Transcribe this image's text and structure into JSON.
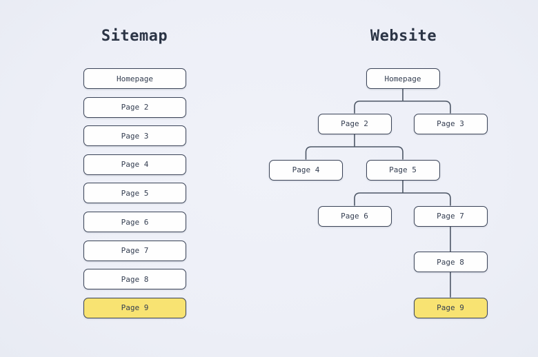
{
  "page": {
    "background": "#edeff7"
  },
  "colors": {
    "box_border": "#3a4357",
    "box_fill": "#fefefe",
    "highlight_fill": "#f8e372",
    "connector_line": "#4c5665",
    "label_text": "#333d50",
    "title_text": "#2b3445"
  },
  "sitemap": {
    "title": "Sitemap",
    "items": [
      {
        "label": "Homepage",
        "highlighted": false
      },
      {
        "label": "Page 2",
        "highlighted": false
      },
      {
        "label": "Page 3",
        "highlighted": false
      },
      {
        "label": "Page 4",
        "highlighted": false
      },
      {
        "label": "Page 5",
        "highlighted": false
      },
      {
        "label": "Page 6",
        "highlighted": false
      },
      {
        "label": "Page 7",
        "highlighted": false
      },
      {
        "label": "Page 8",
        "highlighted": false
      },
      {
        "label": "Page 9",
        "highlighted": true
      }
    ]
  },
  "website": {
    "title": "Website",
    "nodes": [
      {
        "id": "homepage",
        "label": "Homepage",
        "parent": null,
        "highlighted": false
      },
      {
        "id": "page2",
        "label": "Page 2",
        "parent": "homepage",
        "highlighted": false
      },
      {
        "id": "page3",
        "label": "Page 3",
        "parent": "homepage",
        "highlighted": false
      },
      {
        "id": "page4",
        "label": "Page 4",
        "parent": "page2",
        "highlighted": false
      },
      {
        "id": "page5",
        "label": "Page 5",
        "parent": "page2",
        "highlighted": false
      },
      {
        "id": "page6",
        "label": "Page 6",
        "parent": "page5",
        "highlighted": false
      },
      {
        "id": "page7",
        "label": "Page 7",
        "parent": "page5",
        "highlighted": false
      },
      {
        "id": "page8",
        "label": "Page 8",
        "parent": "page7",
        "highlighted": false
      },
      {
        "id": "page9",
        "label": "Page 9",
        "parent": "page8",
        "highlighted": true
      }
    ]
  }
}
